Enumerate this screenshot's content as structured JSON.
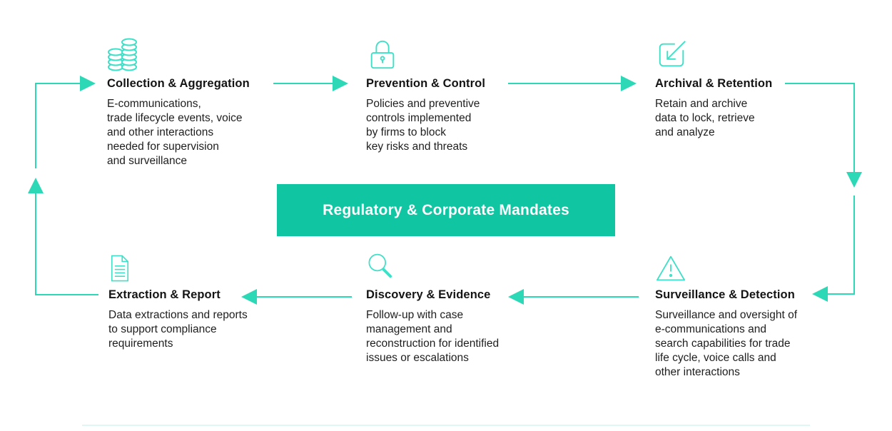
{
  "colors": {
    "accent": "#2dd8b7",
    "icon": "#3fe0c7",
    "banner": "#10c5a1",
    "banner_text": "#ffffff",
    "title_text": "#141414",
    "body_text": "#1e1e1e"
  },
  "banner": {
    "label": "Regulatory & Corporate Mandates"
  },
  "nodes": [
    {
      "id": "collection-aggregation",
      "icon": "coins-icon",
      "title": "Collection & Aggregation",
      "description": "E-communications,\ntrade lifecycle events, voice\nand other interactions\nneeded for supervision\nand surveillance"
    },
    {
      "id": "prevention-control",
      "icon": "lock-icon",
      "title": "Prevention & Control",
      "description": "Policies and preventive\ncontrols implemented\nby firms to block\nkey risks and threats"
    },
    {
      "id": "archival-retention",
      "icon": "archive-import-icon",
      "title": "Archival & Retention",
      "description": "Retain and archive\ndata to lock, retrieve\nand analyze"
    },
    {
      "id": "extraction-report",
      "icon": "document-icon",
      "title": "Extraction & Report",
      "description": "Data extractions and reports\nto support compliance\nrequirements"
    },
    {
      "id": "discovery-evidence",
      "icon": "magnifier-icon",
      "title": "Discovery & Evidence",
      "description": "Follow-up with case\nmanagement and\nreconstruction for identified\nissues or escalations"
    },
    {
      "id": "surveillance-detection",
      "icon": "warning-triangle-icon",
      "title": "Surveillance & Detection",
      "description": "Surveillance and oversight of\ne-communications and\nsearch capabilities for trade\nlife cycle, voice calls and\nother interactions"
    }
  ]
}
